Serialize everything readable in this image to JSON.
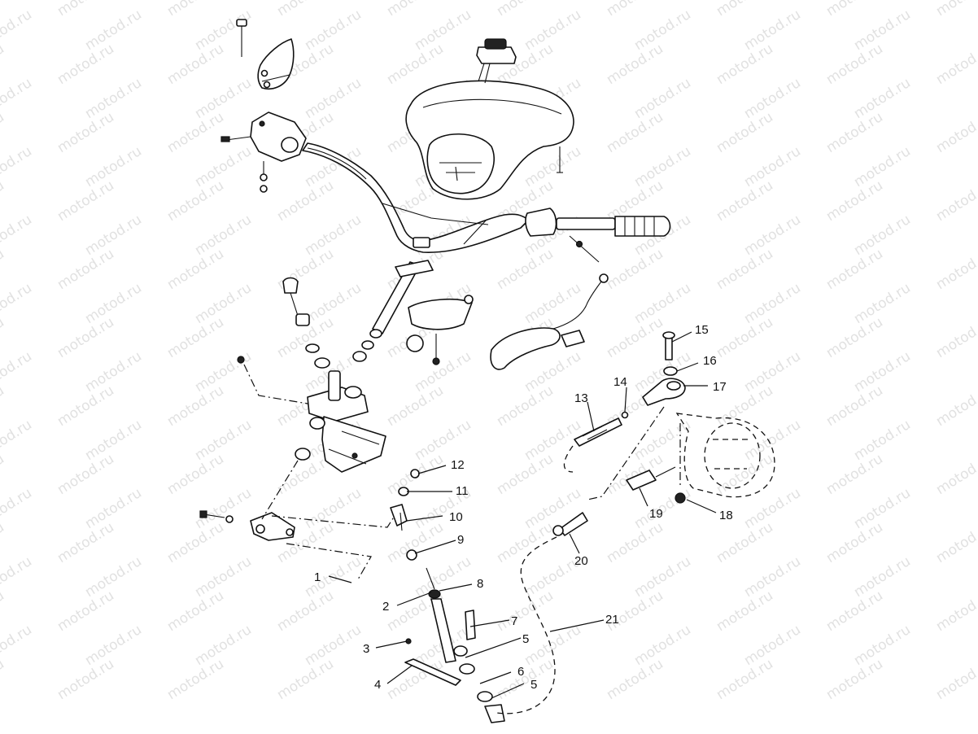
{
  "watermark": {
    "text": "motod.ru"
  },
  "callouts": [
    {
      "id": "c1",
      "number": "1"
    },
    {
      "id": "c2",
      "number": "2"
    },
    {
      "id": "c3",
      "number": "3"
    },
    {
      "id": "c4",
      "number": "4"
    },
    {
      "id": "c5a",
      "number": "5"
    },
    {
      "id": "c5b",
      "number": "5"
    },
    {
      "id": "c6",
      "number": "6"
    },
    {
      "id": "c7",
      "number": "7"
    },
    {
      "id": "c8",
      "number": "8"
    },
    {
      "id": "c9",
      "number": "9"
    },
    {
      "id": "c10",
      "number": "10"
    },
    {
      "id": "c11",
      "number": "11"
    },
    {
      "id": "c12",
      "number": "12"
    },
    {
      "id": "c13",
      "number": "13"
    },
    {
      "id": "c14",
      "number": "14"
    },
    {
      "id": "c15",
      "number": "15"
    },
    {
      "id": "c16",
      "number": "16"
    },
    {
      "id": "c17",
      "number": "17"
    },
    {
      "id": "c18",
      "number": "18"
    },
    {
      "id": "c19",
      "number": "19"
    },
    {
      "id": "c20",
      "number": "20"
    },
    {
      "id": "c21",
      "number": "21"
    }
  ]
}
